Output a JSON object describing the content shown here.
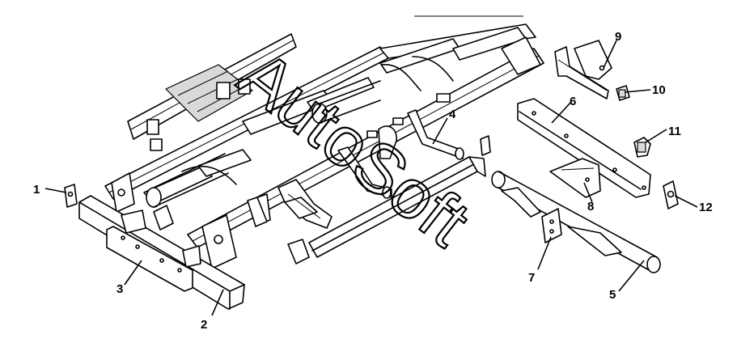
{
  "watermark": {
    "text": "AutoSoft"
  },
  "callouts": [
    {
      "id": "c1",
      "label": "1"
    },
    {
      "id": "c2",
      "label": "2"
    },
    {
      "id": "c3",
      "label": "3"
    },
    {
      "id": "c4",
      "label": "4"
    },
    {
      "id": "c5",
      "label": "5"
    },
    {
      "id": "c6",
      "label": "6"
    },
    {
      "id": "c7",
      "label": "7"
    },
    {
      "id": "c8",
      "label": "8"
    },
    {
      "id": "c9",
      "label": "9"
    },
    {
      "id": "c10",
      "label": "10"
    },
    {
      "id": "c11",
      "label": "11"
    },
    {
      "id": "c12",
      "label": "12"
    }
  ]
}
